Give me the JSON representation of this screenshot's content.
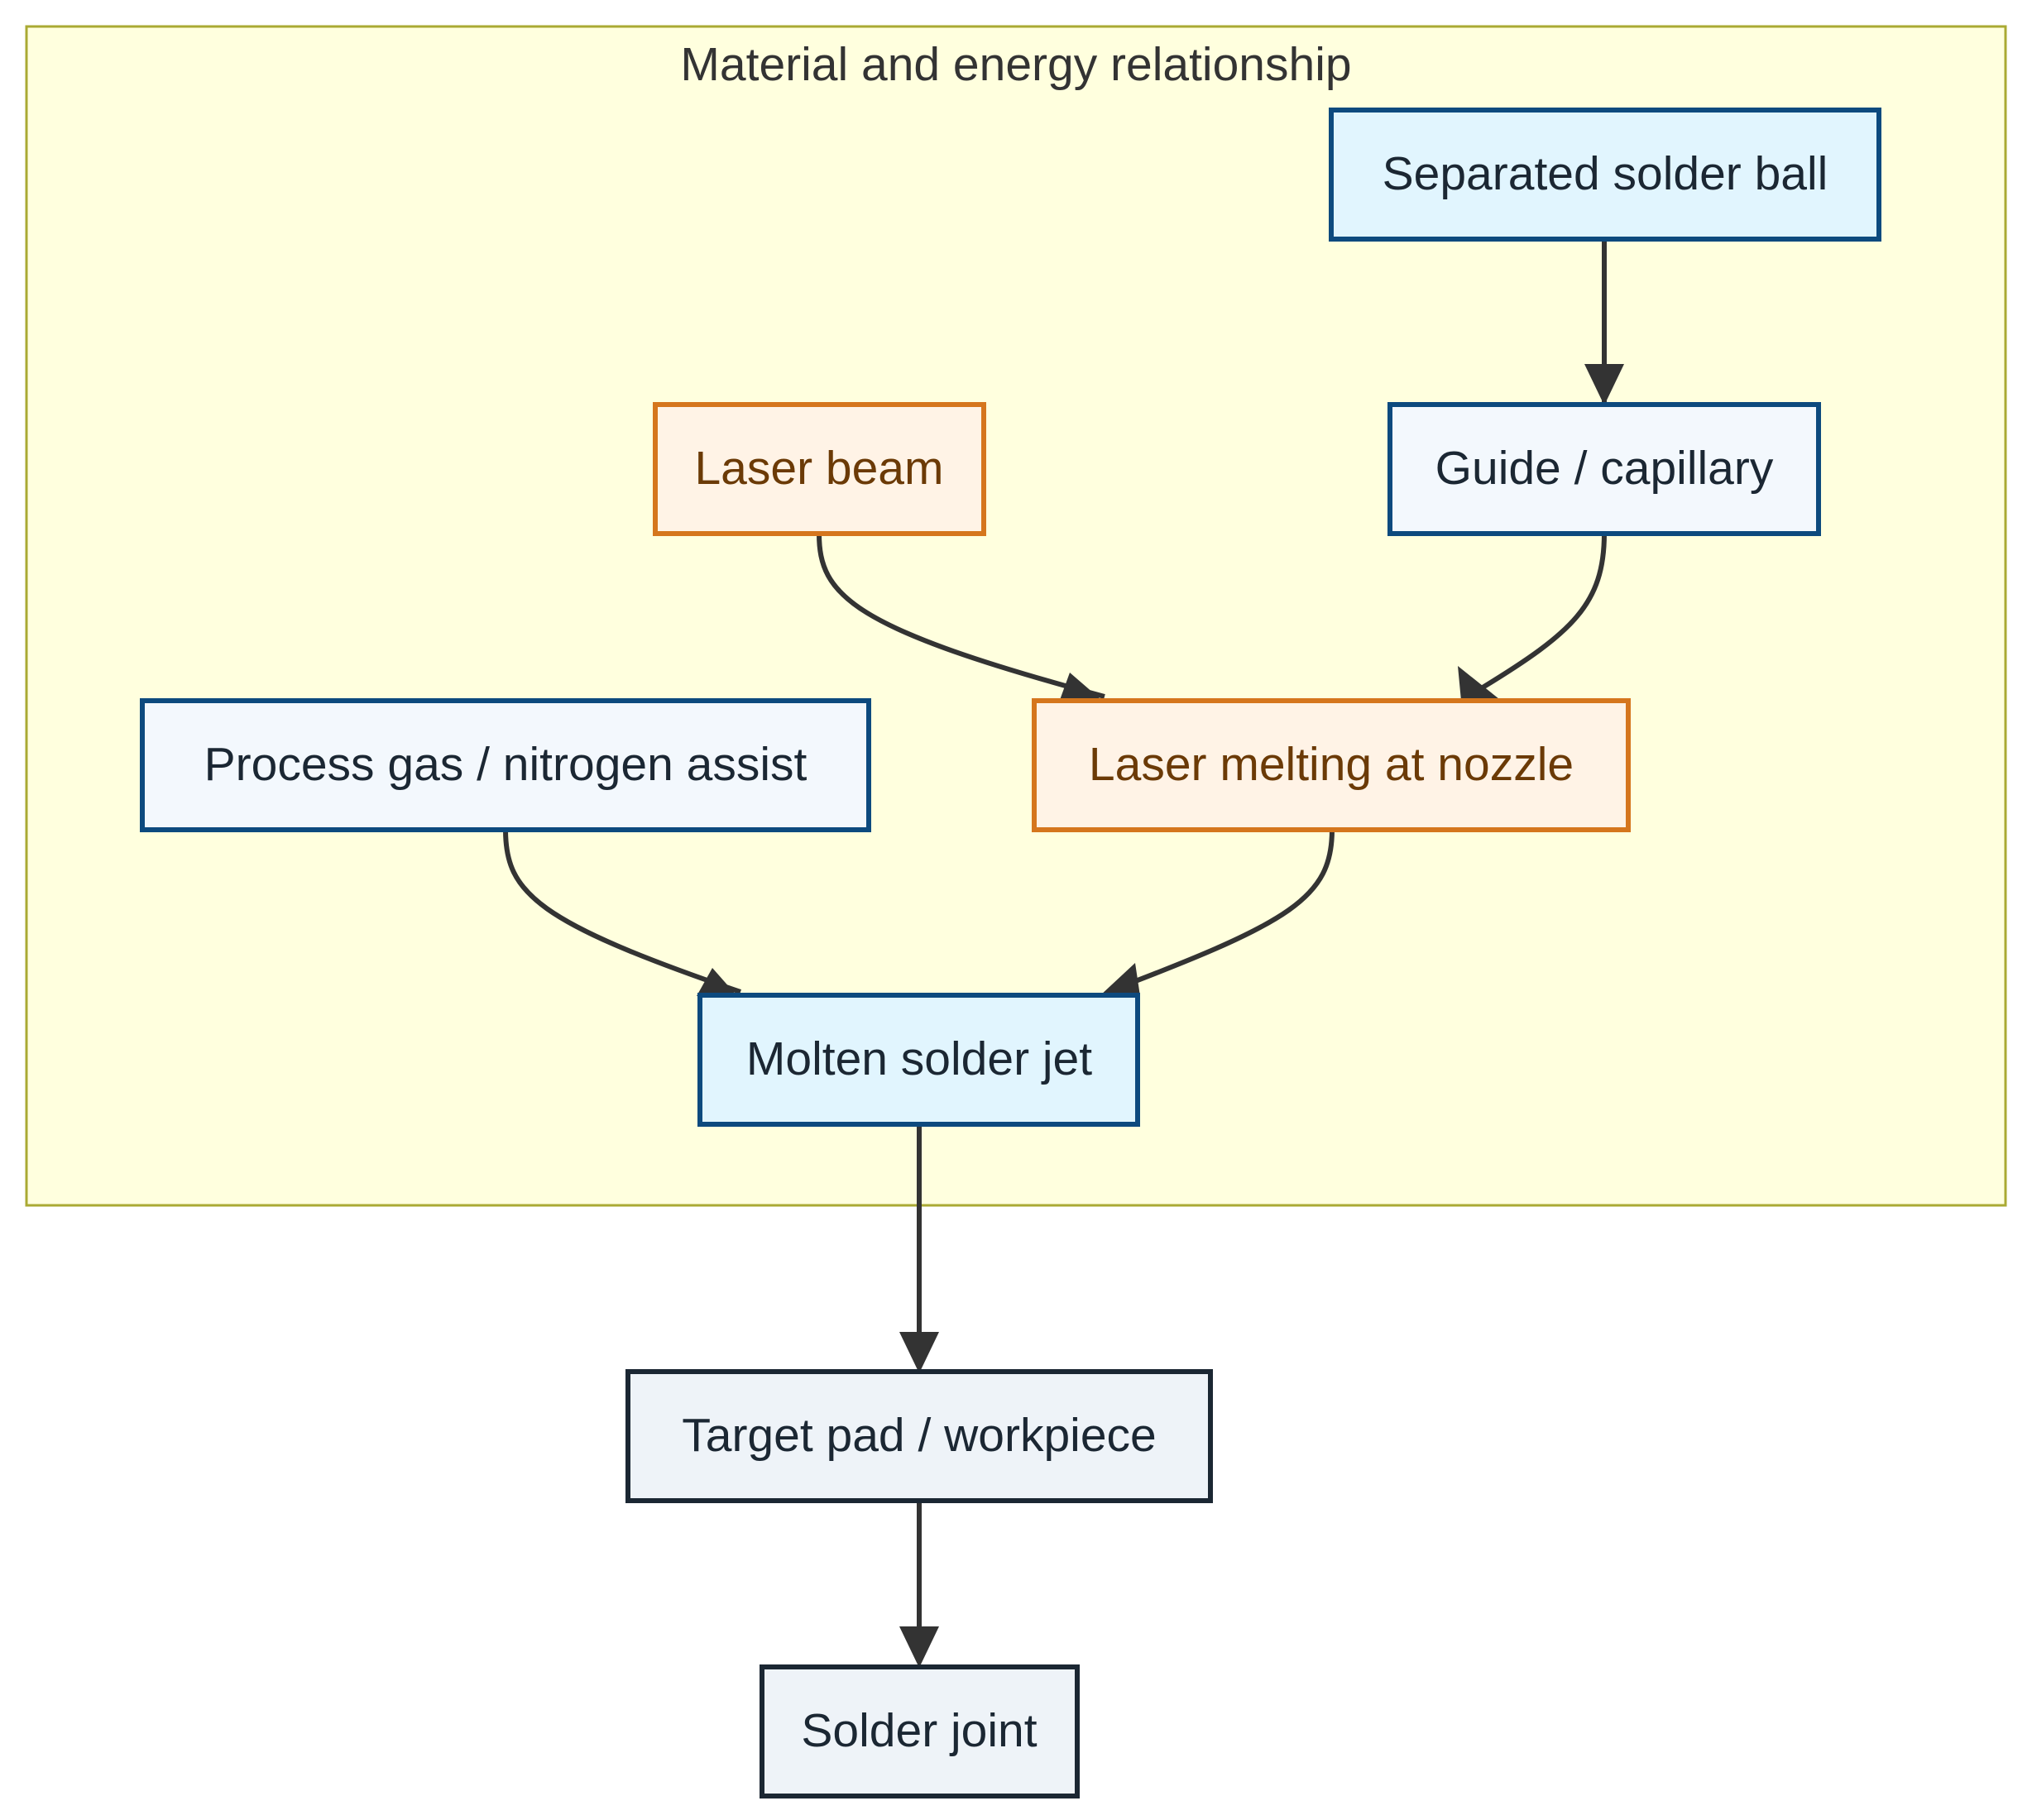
{
  "diagram": {
    "cluster": {
      "title": "Material and energy relationship",
      "fill": "#ffffde",
      "stroke": "#aaaa33"
    },
    "nodes": {
      "separated_solder_ball": {
        "label": "Separated solder ball",
        "style": "blue-light"
      },
      "laser_beam": {
        "label": "Laser beam",
        "style": "orange"
      },
      "guide_capillary": {
        "label": "Guide / capillary",
        "style": "blue"
      },
      "process_gas": {
        "label": "Process gas / nitrogen assist",
        "style": "blue"
      },
      "laser_melting": {
        "label": "Laser melting at nozzle",
        "style": "orange"
      },
      "molten_solder_jet": {
        "label": "Molten solder jet",
        "style": "blue-light"
      },
      "target_pad": {
        "label": "Target pad / workpiece",
        "style": "dark"
      },
      "solder_joint": {
        "label": "Solder joint",
        "style": "dark"
      }
    },
    "edges": [
      {
        "from": "Separated solder ball",
        "to": "Guide / capillary"
      },
      {
        "from": "Laser beam",
        "to": "Laser melting at nozzle"
      },
      {
        "from": "Guide / capillary",
        "to": "Laser melting at nozzle"
      },
      {
        "from": "Process gas / nitrogen assist",
        "to": "Molten solder jet"
      },
      {
        "from": "Laser melting at nozzle",
        "to": "Molten solder jet"
      },
      {
        "from": "Molten solder jet",
        "to": "Target pad / workpiece"
      },
      {
        "from": "Target pad / workpiece",
        "to": "Solder joint"
      }
    ],
    "styles": {
      "blue-light": {
        "fill": "#e1f5fe",
        "stroke": "#0d4a7e",
        "text": "#1b2733"
      },
      "blue": {
        "fill": "#f3f8fd",
        "stroke": "#0d4a7e",
        "text": "#1b2733"
      },
      "orange": {
        "fill": "#fff3e6",
        "stroke": "#d5761d",
        "text": "#6b3a06"
      },
      "dark": {
        "fill": "#eef3f8",
        "stroke": "#1b2733",
        "text": "#1b2733"
      }
    }
  }
}
